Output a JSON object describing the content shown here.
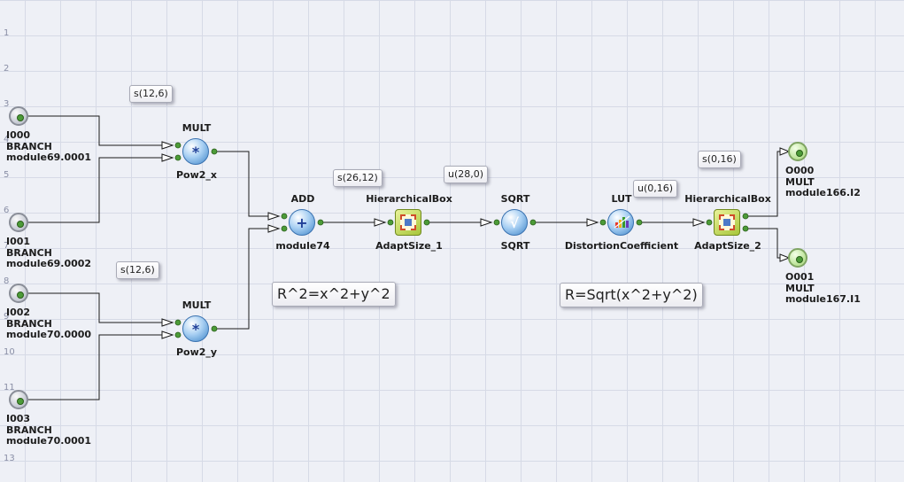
{
  "rows": [
    "1",
    "2",
    "3",
    "4",
    "5",
    "6",
    "7",
    "8",
    "9",
    "10",
    "11",
    "13"
  ],
  "colors": {
    "wire": "#1a1a1a",
    "port": "#4c9b38",
    "arrow_fill": "#ffffff"
  },
  "inputs": [
    {
      "name": "I000",
      "type": "BRANCH",
      "module": "module69.0001"
    },
    {
      "name": "I001",
      "type": "BRANCH",
      "module": "module69.0002"
    },
    {
      "name": "I002",
      "type": "BRANCH",
      "module": "module70.0000"
    },
    {
      "name": "I003",
      "type": "BRANCH",
      "module": "module70.0001"
    }
  ],
  "outputs": [
    {
      "name": "O000",
      "type": "MULT",
      "module": "module166.I2"
    },
    {
      "name": "O001",
      "type": "MULT",
      "module": "module167.I1"
    }
  ],
  "blocks": {
    "mult_x": {
      "title": "MULT",
      "instance": "Pow2_x",
      "icon": "multiply-icon",
      "glyph": "*"
    },
    "mult_y": {
      "title": "MULT",
      "instance": "Pow2_y",
      "icon": "multiply-icon",
      "glyph": "*"
    },
    "add": {
      "title": "ADD",
      "instance": "module74",
      "icon": "plus-icon",
      "glyph": "+"
    },
    "hbox1": {
      "title": "HierarchicalBox",
      "instance": "AdaptSize_1",
      "icon": "hierarchical-box-icon"
    },
    "sqrt": {
      "title": "SQRT",
      "instance": "SQRT",
      "icon": "square-root-icon",
      "glyph": "√"
    },
    "lut": {
      "title": "LUT",
      "instance": "DistortionCoefficient",
      "icon": "lookup-table-icon"
    },
    "hbox2": {
      "title": "HierarchicalBox",
      "instance": "AdaptSize_2",
      "icon": "hierarchical-box-icon"
    }
  },
  "formats": {
    "f1": "s(12,6)",
    "f2": "s(12,6)",
    "f3": "s(26,12)",
    "f4": "u(28,0)",
    "f5": "u(0,16)",
    "f6": "s(0,16)"
  },
  "notes": {
    "n1": "R^2=x^2+y^2",
    "n2": "R=Sqrt(x^2+y^2)"
  }
}
